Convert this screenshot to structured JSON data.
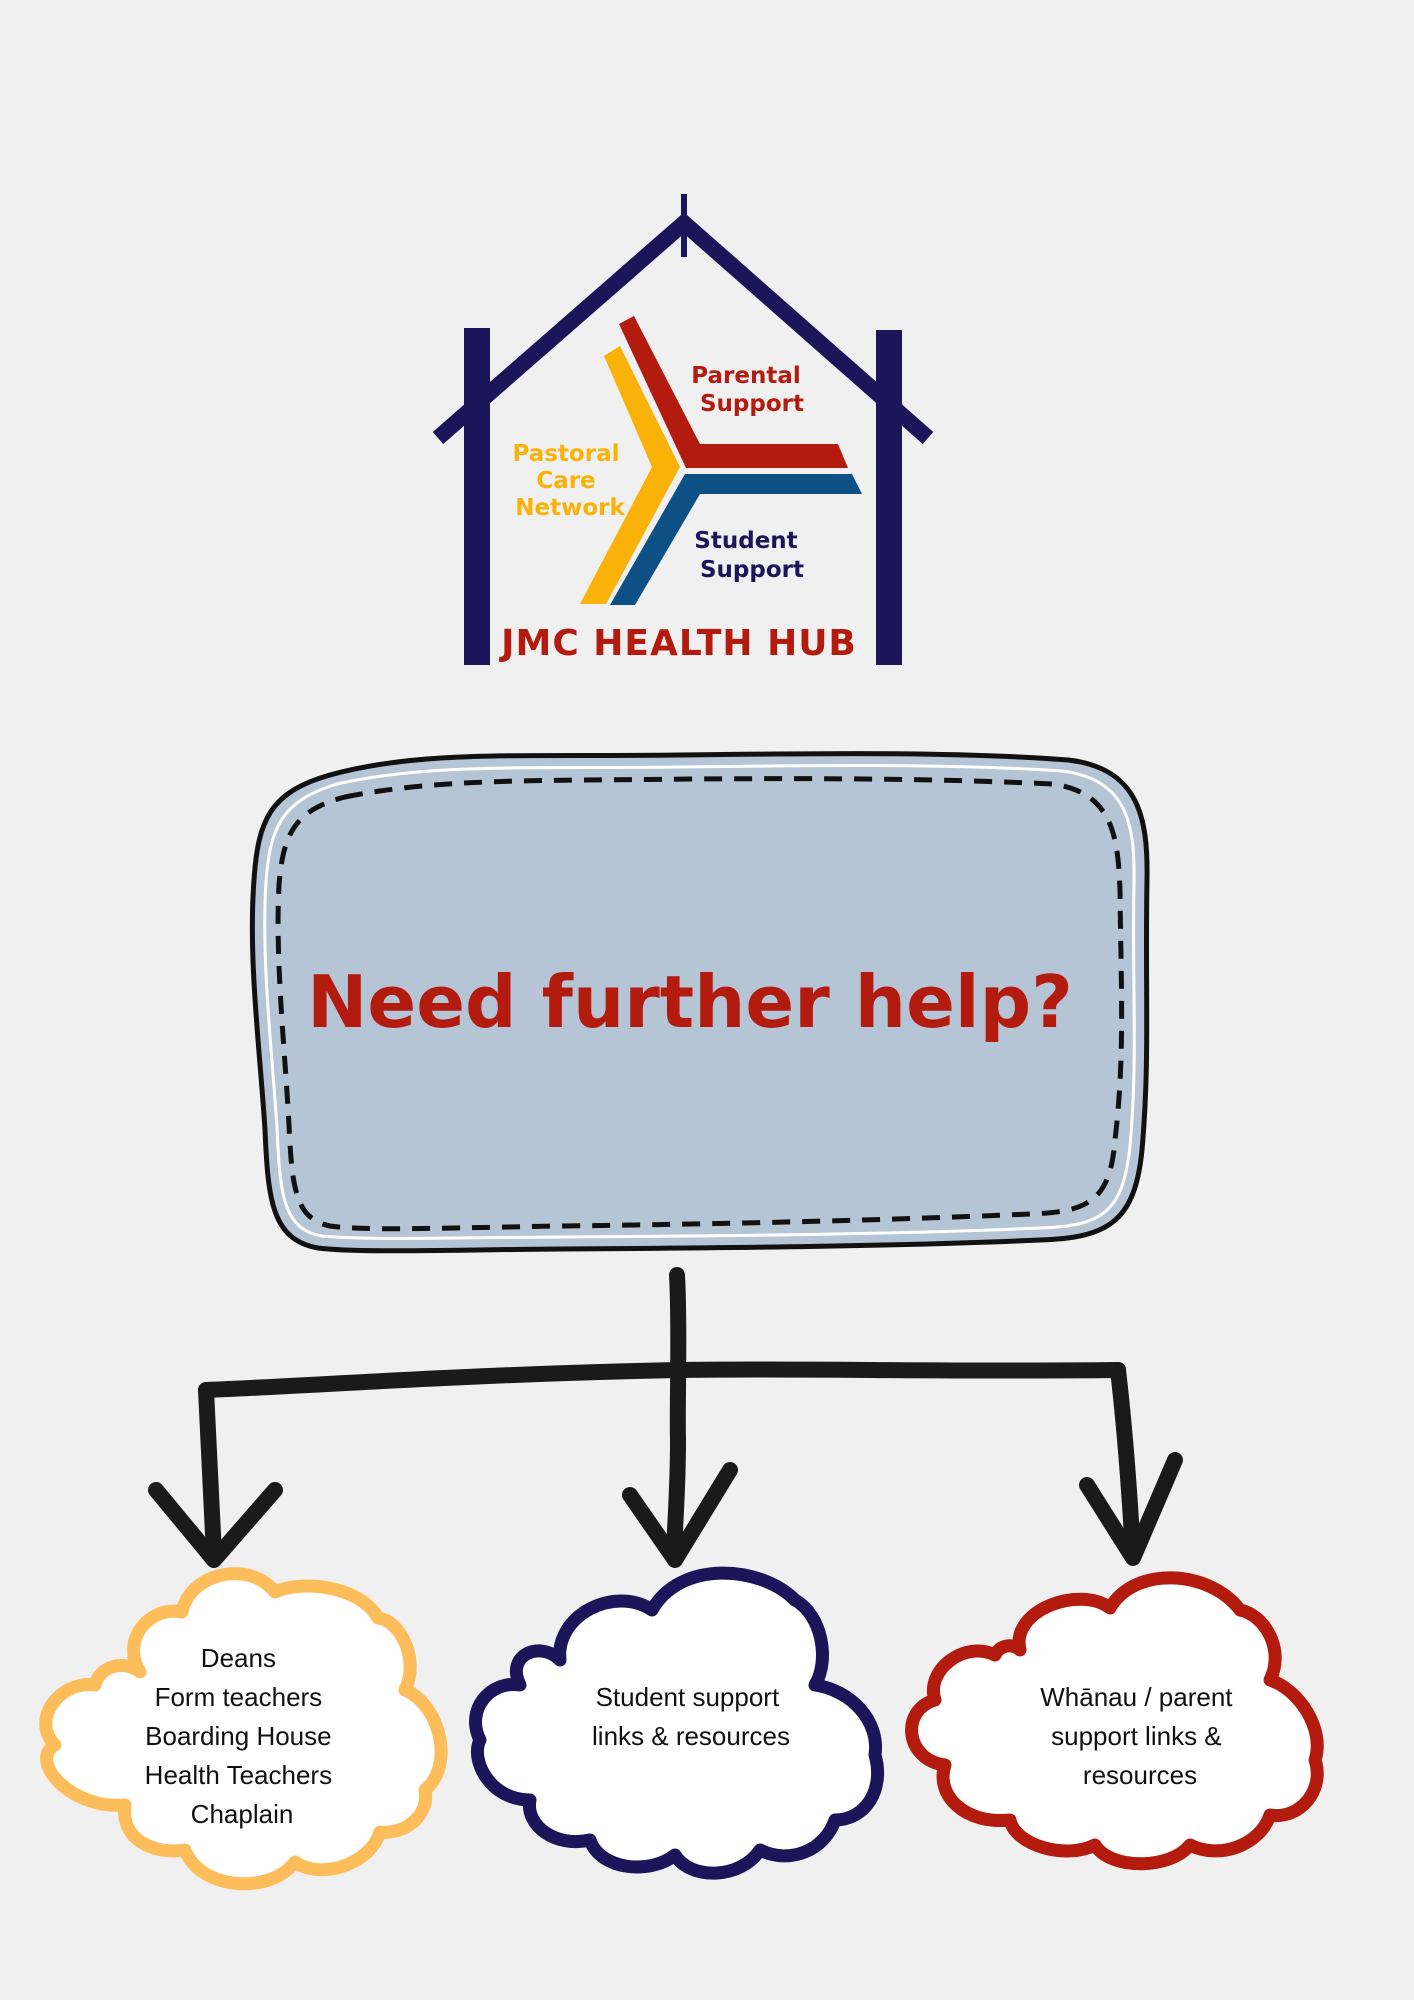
{
  "logo": {
    "parental": [
      "Parental",
      "Support"
    ],
    "pastoral": [
      "Pastoral",
      "Care",
      "Network"
    ],
    "student": [
      "Student",
      "Support"
    ],
    "name": "JMC HEALTH HUB"
  },
  "main_box": {
    "text": "Need further help?"
  },
  "clouds": [
    {
      "lines": [
        "Deans",
        "Form teachers",
        "Boarding House",
        "Health Teachers",
        "Chaplain"
      ]
    },
    {
      "lines": [
        "Student support",
        "links & resources"
      ]
    },
    {
      "lines": [
        "Whānau / parent",
        "support links &",
        "resources"
      ]
    }
  ],
  "colors": {
    "background": "#f0f0f0",
    "navy": "#1c1559",
    "red": "#b31b0f",
    "yellow": "#fbb208",
    "blue": "#0d5086",
    "box_fill": "#b5c5d6",
    "cloud_yellow": "#fcbd5a",
    "cloud_navy": "#1c1559",
    "cloud_red": "#b31b0f"
  }
}
